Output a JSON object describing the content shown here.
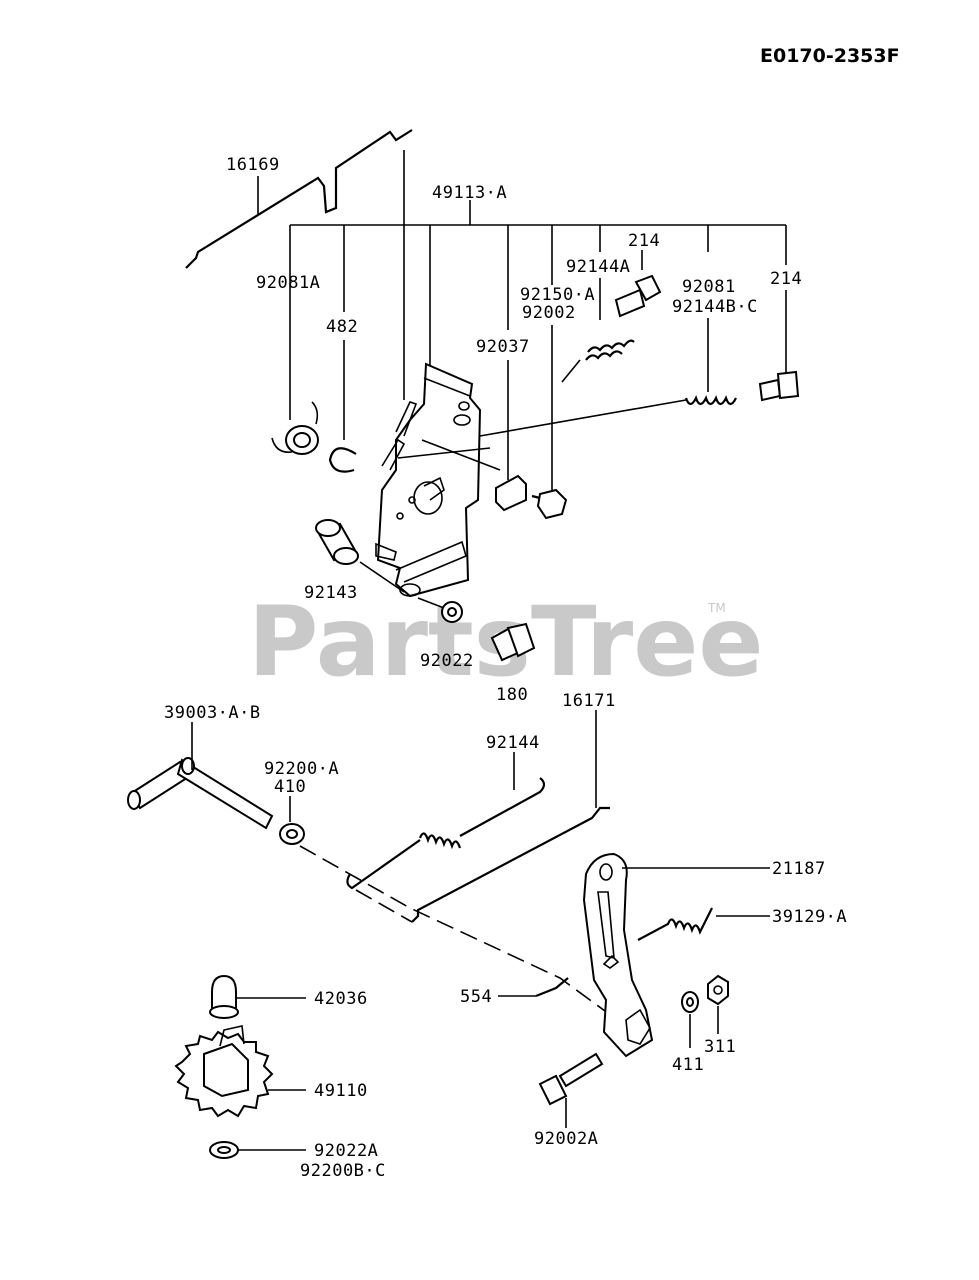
{
  "diagram_code": "E0170-2353F",
  "watermark": {
    "text": "PartsTree",
    "trademark": "TM"
  },
  "callouts": [
    {
      "id": "16169",
      "text": "16169"
    },
    {
      "id": "49113-A",
      "text": "49113·A"
    },
    {
      "id": "92081A",
      "text": "92081A"
    },
    {
      "id": "482",
      "text": "482"
    },
    {
      "id": "92037",
      "text": "92037"
    },
    {
      "id": "92150-A",
      "text": "92150·A"
    },
    {
      "id": "92002",
      "text": "92002"
    },
    {
      "id": "92144A",
      "text": "92144A"
    },
    {
      "id": "214-top",
      "text": "214"
    },
    {
      "id": "92081",
      "text": "92081"
    },
    {
      "id": "92144B-C",
      "text": "92144B·C"
    },
    {
      "id": "214-right",
      "text": "214"
    },
    {
      "id": "92143",
      "text": "92143"
    },
    {
      "id": "92022",
      "text": "92022"
    },
    {
      "id": "180",
      "text": "180"
    },
    {
      "id": "16171",
      "text": "16171"
    },
    {
      "id": "39003-A-B",
      "text": "39003·A·B"
    },
    {
      "id": "92200-A",
      "text": "92200·A"
    },
    {
      "id": "410",
      "text": "410"
    },
    {
      "id": "92144",
      "text": "92144"
    },
    {
      "id": "21187",
      "text": "21187"
    },
    {
      "id": "39129-A",
      "text": "39129·A"
    },
    {
      "id": "554",
      "text": "554"
    },
    {
      "id": "411",
      "text": "411"
    },
    {
      "id": "311",
      "text": "311"
    },
    {
      "id": "92002A",
      "text": "92002A"
    },
    {
      "id": "42036",
      "text": "42036"
    },
    {
      "id": "49110",
      "text": "49110"
    },
    {
      "id": "92022A",
      "text": "92022A"
    },
    {
      "id": "92200B-C",
      "text": "92200B·C"
    }
  ]
}
